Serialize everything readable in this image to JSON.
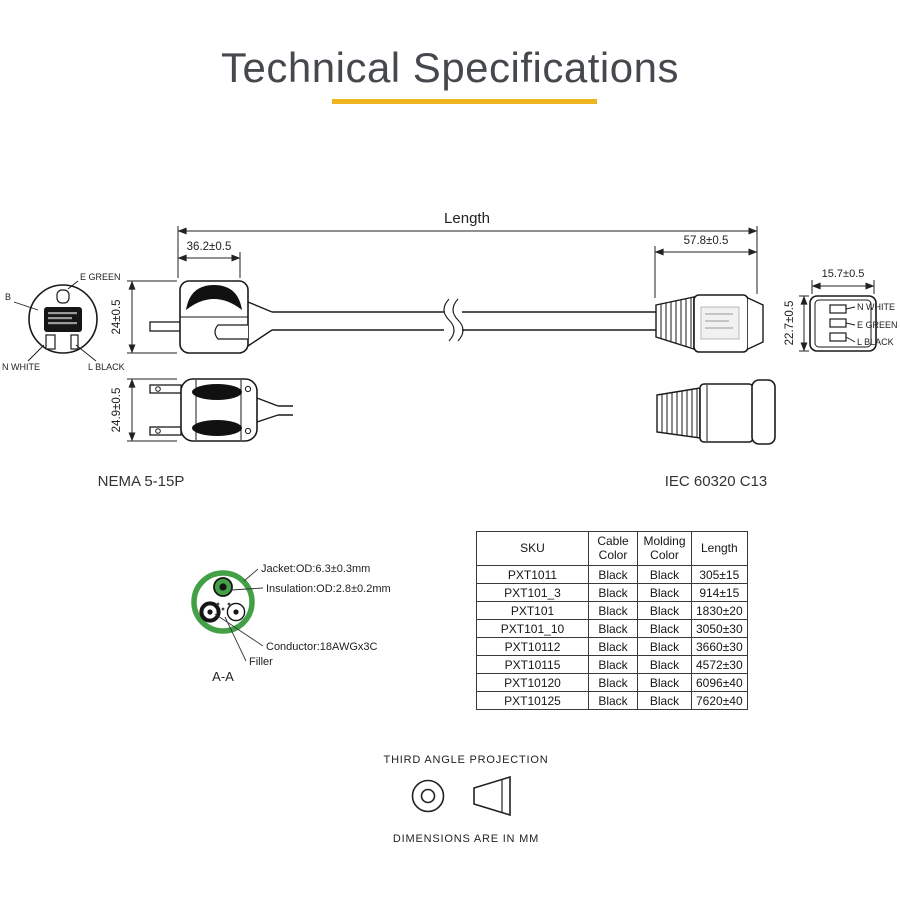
{
  "page": {
    "title": "Technical Specifications",
    "accent_color": "#F0B41E"
  },
  "drawing": {
    "length_label": "Length",
    "dims": {
      "plug_length": "36.2±0.5",
      "plug_height": "24±0.5",
      "plug_width": "24.9±0.5",
      "connector_length": "57.8±0.5",
      "connector_height": "22.7±0.5",
      "connector_face_width": "15.7±0.5"
    },
    "plug_face_labels": {
      "earth": "E GREEN",
      "b": "B",
      "neutral": "N WHITE",
      "line": "L BLACK"
    },
    "connector_face_labels": {
      "neutral": "N WHITE",
      "earth": "E GREEN",
      "line": "L BLACK"
    },
    "plug_name": "NEMA 5-15P",
    "connector_name": "IEC 60320 C13"
  },
  "cross_section": {
    "jacket_label": "Jacket:OD:6.3±0.3mm",
    "insulation_label": "Insulation:OD:2.8±0.2mm",
    "conductor_label": "Conductor:18AWGx3C",
    "filler_label": "Filler",
    "section_name": "A-A",
    "jacket_color": "#43A047"
  },
  "spec_table": {
    "headers": [
      "SKU",
      "Cable Color",
      "Molding Color",
      "Length"
    ],
    "rows": [
      {
        "sku": "PXT1011",
        "cable_color": "Black",
        "molding_color": "Black",
        "length": "305±15"
      },
      {
        "sku": "PXT101_3",
        "cable_color": "Black",
        "molding_color": "Black",
        "length": "914±15"
      },
      {
        "sku": "PXT101",
        "cable_color": "Black",
        "molding_color": "Black",
        "length": "1830±20"
      },
      {
        "sku": "PXT101_10",
        "cable_color": "Black",
        "molding_color": "Black",
        "length": "3050±30"
      },
      {
        "sku": "PXT10112",
        "cable_color": "Black",
        "molding_color": "Black",
        "length": "3660±30"
      },
      {
        "sku": "PXT10115",
        "cable_color": "Black",
        "molding_color": "Black",
        "length": "4572±30"
      },
      {
        "sku": "PXT10120",
        "cable_color": "Black",
        "molding_color": "Black",
        "length": "6096±40"
      },
      {
        "sku": "PXT10125",
        "cable_color": "Black",
        "molding_color": "Black",
        "length": "7620±40"
      }
    ]
  },
  "footer": {
    "projection_label": "THIRD ANGLE PROJECTION",
    "units_note": "DIMENSIONS ARE IN MM"
  }
}
